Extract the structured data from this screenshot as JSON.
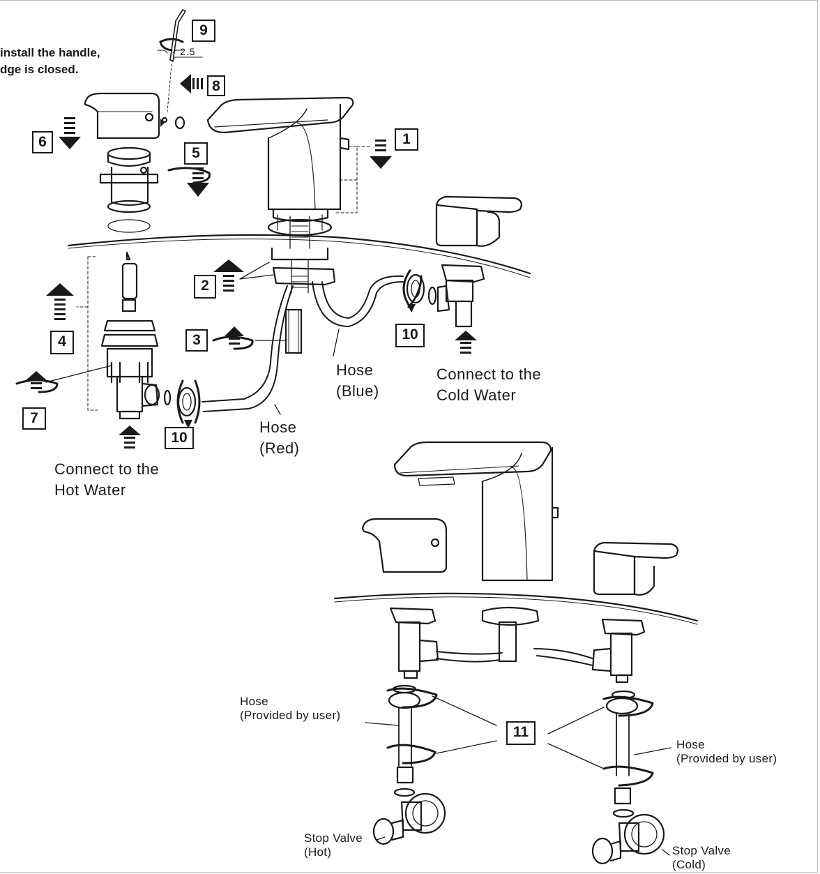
{
  "note": {
    "line1": "install the handle,",
    "line2": "dge is closed."
  },
  "allen_key_size": "2.5",
  "steps": [
    "1",
    "2",
    "3",
    "4",
    "5",
    "6",
    "7",
    "8",
    "9",
    "10",
    "10",
    "11"
  ],
  "labels": {
    "hose_blue": [
      "Hose",
      "(Blue)"
    ],
    "hose_red": [
      "Hose",
      "(Red)"
    ],
    "connect_cold": [
      "Connect to the",
      "Cold Water"
    ],
    "connect_hot": [
      "Connect to the",
      "Hot Water"
    ],
    "hose_user_left": [
      "Hose",
      "(Provided by user)"
    ],
    "hose_user_right": [
      "Hose",
      "(Provided by user)"
    ],
    "stop_valve_hot": [
      "Stop Valve",
      "(Hot)"
    ],
    "stop_valve_cold": [
      "Stop Valve",
      "(Cold)"
    ]
  }
}
